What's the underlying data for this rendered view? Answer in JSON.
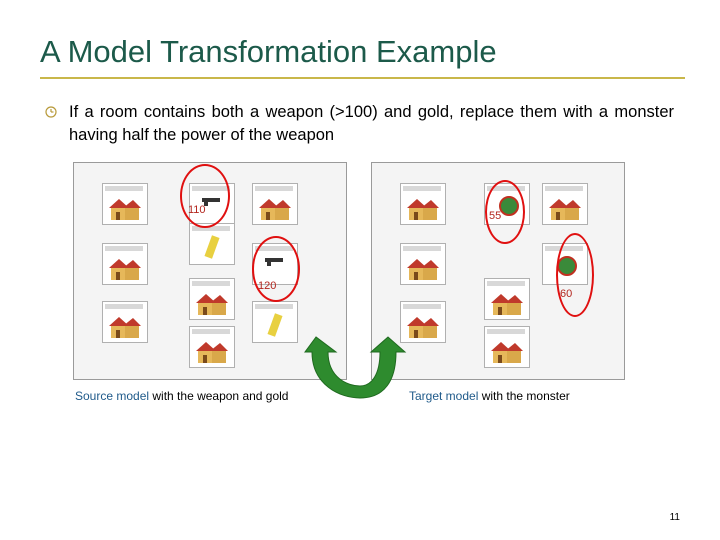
{
  "title": "A Model Transformation Example",
  "bullet": {
    "text": "If a room contains both a weapon (>100) and gold, replace them with a monster having half the power of the weapon"
  },
  "source_model": {
    "weapon_values": [
      "110",
      "120"
    ],
    "caption_accent": "Source model",
    "caption_rest": " with the weapon and gold"
  },
  "target_model": {
    "monster_values": [
      "55",
      "60"
    ],
    "caption_accent": "Target model",
    "caption_rest": " with the monster"
  },
  "page_number": "11",
  "colors": {
    "title": "#1c5a4a",
    "rule": "#c9b74a",
    "highlight": "#e01010",
    "arrow": "#2e8b2e",
    "caption_accent": "#1f5a8a"
  }
}
